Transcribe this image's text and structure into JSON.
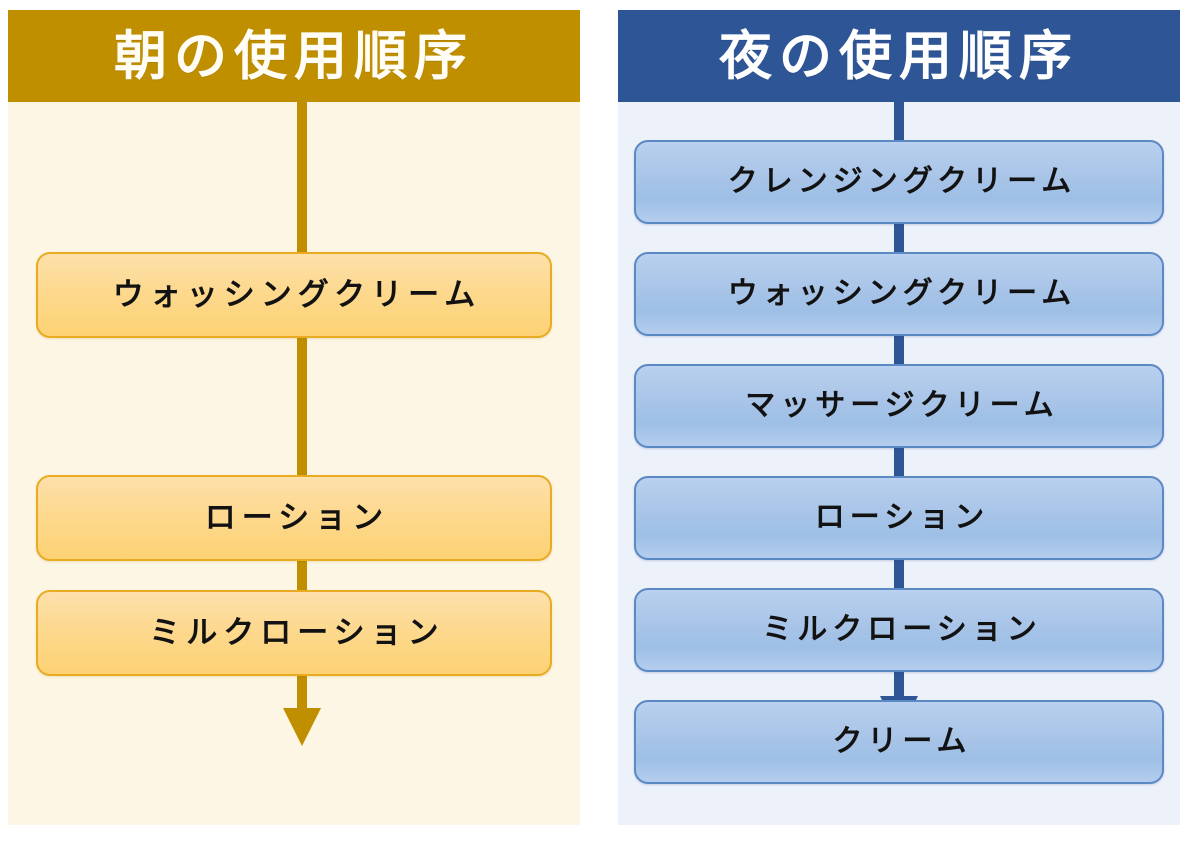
{
  "morning": {
    "title": "朝の使用順序",
    "header_color": "#bf8f00",
    "panel_color": "#fdf6e4",
    "box_border_color": "#e8ab22",
    "connector_color": "#bf8f00",
    "arrow_icon": "arrow-down-icon",
    "steps": [
      {
        "label": "ウォッシングクリーム"
      },
      {
        "label": "ローション"
      },
      {
        "label": "ミルクローション"
      }
    ]
  },
  "night": {
    "title": "夜の使用順序",
    "header_color": "#2e5596",
    "panel_color": "#edf1fa",
    "box_border_color": "#5b89c4",
    "connector_color": "#2e5596",
    "arrow_icon": "arrow-down-icon",
    "steps": [
      {
        "label": "クレンジングクリーム"
      },
      {
        "label": "ウォッシングクリーム"
      },
      {
        "label": "マッサージクリーム"
      },
      {
        "label": "ローション"
      },
      {
        "label": "ミルクローション"
      },
      {
        "label": "クリーム"
      }
    ]
  }
}
